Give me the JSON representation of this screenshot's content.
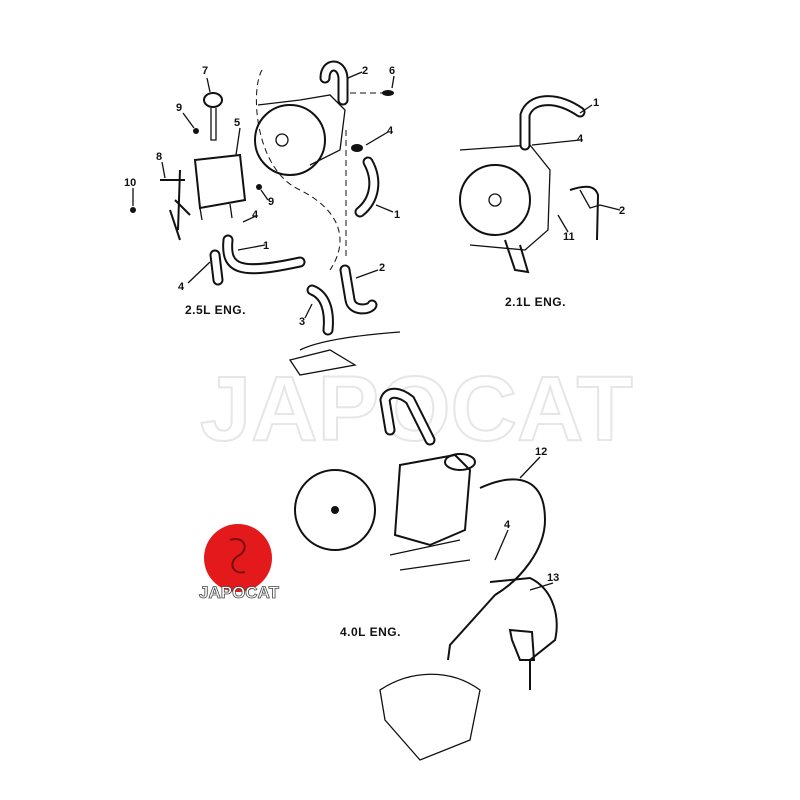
{
  "diagram": {
    "sections": [
      {
        "caption": "2.5L ENG.",
        "callouts": [
          "7",
          "9",
          "5",
          "8",
          "10",
          "9",
          "4",
          "1",
          "4",
          "2",
          "6",
          "4",
          "1",
          "2",
          "3"
        ]
      },
      {
        "caption": "2.1L ENG.",
        "callouts": [
          "1",
          "4",
          "2",
          "11"
        ]
      },
      {
        "caption": "4.0L ENG.",
        "callouts": [
          "12",
          "4",
          "13"
        ]
      }
    ],
    "watermark": "JAPOCAT",
    "logo": {
      "text": "JAPOCAT",
      "color": "#e3191c"
    }
  }
}
